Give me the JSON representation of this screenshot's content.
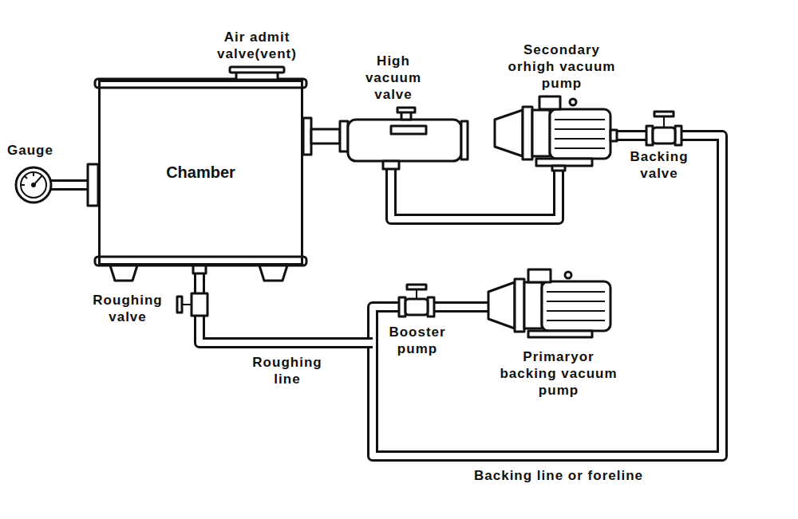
{
  "diagram": {
    "nodes": [
      {
        "text": [
          "Chamber"
        ]
      }
    ],
    "labels": [
      "Air admit valve(vent)",
      "High vacuum valve",
      "Secondary orhigh vacuum pump",
      "Gauge",
      "Backing valve",
      "Roughing valve",
      "Roughing line",
      "Booster pump",
      "Primaryor backing vacuum pump",
      "Backing line or foreline"
    ]
  }
}
